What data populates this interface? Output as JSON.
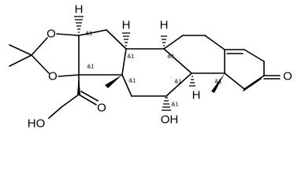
{
  "molecule": {
    "atom_labels": {
      "O_dioxolane_top": "O",
      "O_dioxolane_bottom": "O",
      "O_ketone_C3": "O",
      "O_ketone_side": "O",
      "OH_side_chain": "HO",
      "OH_C11": "OH",
      "H_C16": "H",
      "H_C14": "H",
      "H_C8": "H",
      "H_C9": "H"
    },
    "stereo_label": "&1"
  }
}
